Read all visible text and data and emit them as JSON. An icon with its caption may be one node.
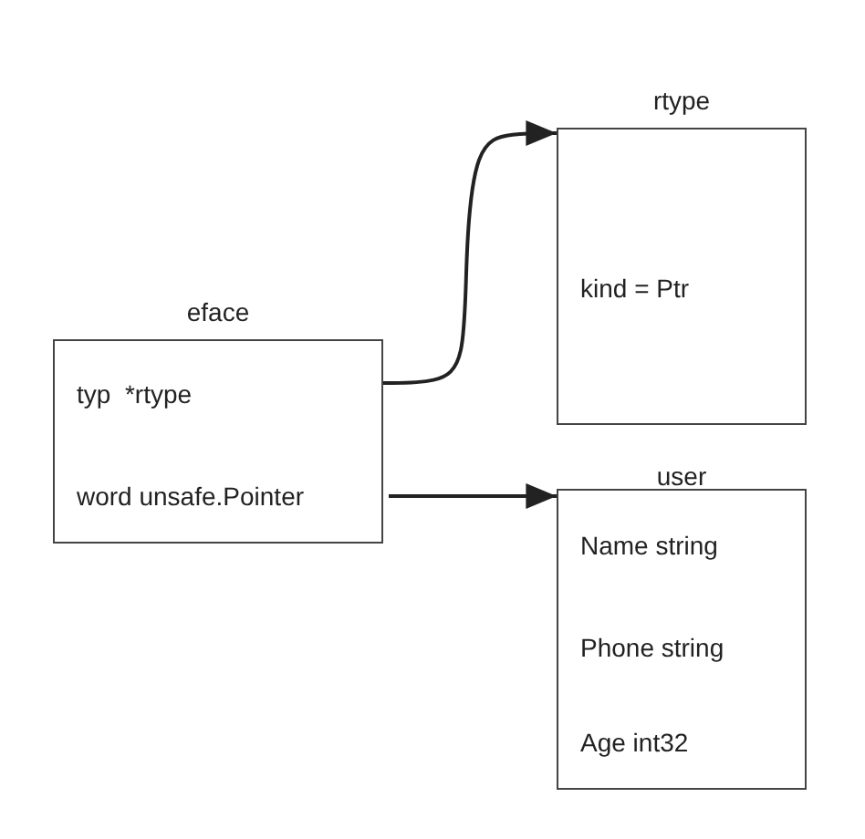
{
  "diagram": {
    "nodes": [
      {
        "text": [
          "eface",
          "typ  *rtype",
          "word unsafe.Pointer"
        ]
      },
      {
        "text": [
          "rtype",
          "kind = Ptr"
        ]
      },
      {
        "text": [
          "user",
          "Name string",
          "Phone string",
          "Age int32"
        ]
      }
    ],
    "edges": [
      {
        "from": 0,
        "to": 1,
        "arrow": "to"
      },
      {
        "from": 0,
        "to": 2,
        "arrow": "to"
      }
    ]
  }
}
